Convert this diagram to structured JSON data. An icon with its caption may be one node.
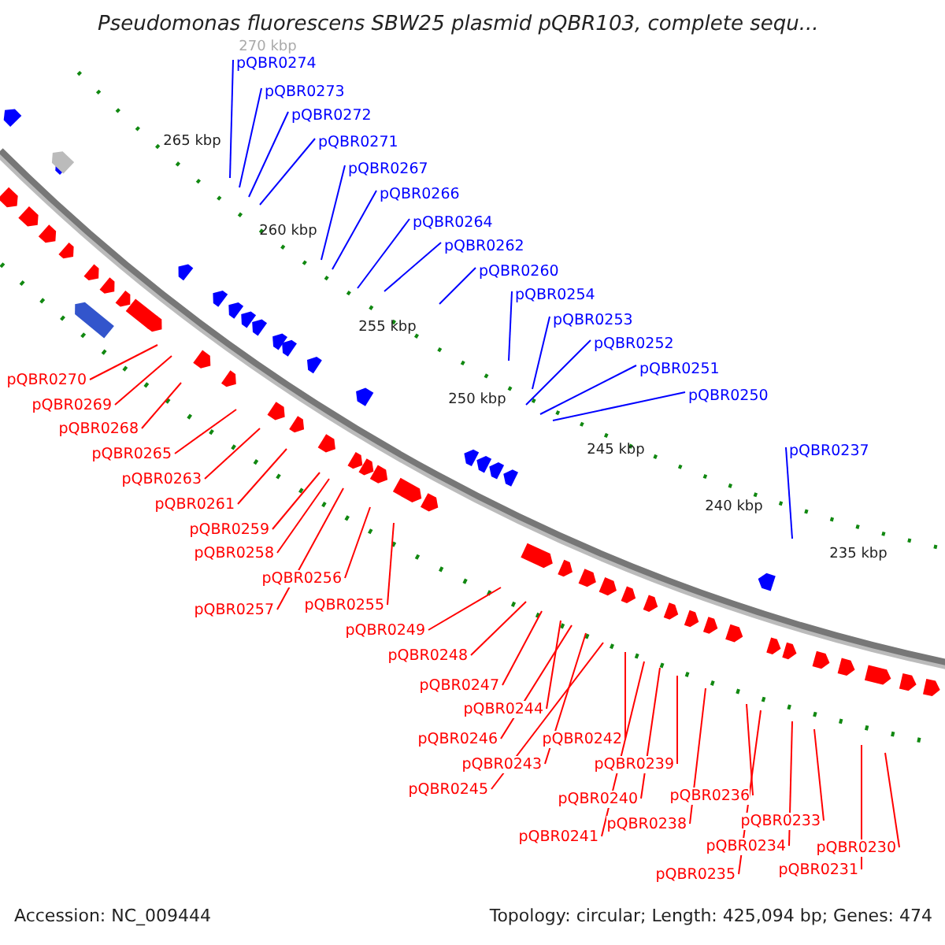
{
  "diagram": {
    "title": "Pseudomonas fluorescens SBW25 plasmid pQBR103, complete sequ...",
    "nodes": [
      {
        "text": [
          "pQBR0274"
        ]
      },
      {
        "text": [
          "pQBR0273"
        ]
      },
      {
        "text": [
          "pQBR0272"
        ]
      },
      {
        "text": [
          "pQBR0271"
        ]
      },
      {
        "text": [
          "pQBR0267"
        ]
      },
      {
        "text": [
          "pQBR0266"
        ]
      },
      {
        "text": [
          "pQBR0264"
        ]
      },
      {
        "text": [
          "pQBR0262"
        ]
      },
      {
        "text": [
          "pQBR0260"
        ]
      },
      {
        "text": [
          "pQBR0254"
        ]
      },
      {
        "text": [
          "pQBR0253"
        ]
      },
      {
        "text": [
          "pQBR0252"
        ]
      },
      {
        "text": [
          "pQBR0251"
        ]
      },
      {
        "text": [
          "pQBR0250"
        ]
      },
      {
        "text": [
          "pQBR0237"
        ]
      },
      {
        "text": [
          "pQBR0270"
        ]
      },
      {
        "text": [
          "pQBR0269"
        ]
      },
      {
        "text": [
          "pQBR0268"
        ]
      },
      {
        "text": [
          "pQBR0265"
        ]
      },
      {
        "text": [
          "pQBR0263"
        ]
      },
      {
        "text": [
          "pQBR0261"
        ]
      },
      {
        "text": [
          "pQBR0259"
        ]
      },
      {
        "text": [
          "pQBR0258"
        ]
      },
      {
        "text": [
          "pQBR0256"
        ]
      },
      {
        "text": [
          "pQBR0257"
        ]
      },
      {
        "text": [
          "pQBR0255"
        ]
      },
      {
        "text": [
          "pQBR0249"
        ]
      },
      {
        "text": [
          "pQBR0248"
        ]
      },
      {
        "text": [
          "pQBR0247"
        ]
      },
      {
        "text": [
          "pQBR0244"
        ]
      },
      {
        "text": [
          "pQBR0246"
        ]
      },
      {
        "text": [
          "pQBR0243"
        ]
      },
      {
        "text": [
          "pQBR0245"
        ]
      },
      {
        "text": [
          "pQBR0242"
        ]
      },
      {
        "text": [
          "pQBR0239"
        ]
      },
      {
        "text": [
          "pQBR0240"
        ]
      },
      {
        "text": [
          "pQBR0241"
        ]
      },
      {
        "text": [
          "pQBR0238"
        ]
      },
      {
        "text": [
          "pQBR0236"
        ]
      },
      {
        "text": [
          "pQBR0233"
        ]
      },
      {
        "text": [
          "pQBR0234"
        ]
      },
      {
        "text": [
          "pQBR0235"
        ]
      },
      {
        "text": [
          "pQBR0230"
        ]
      },
      {
        "text": [
          "pQBR0231"
        ]
      }
    ],
    "edges": [
      {
        "from": 0,
        "to": null,
        "arrow": "none",
        "color": "#0000ff"
      },
      {
        "from": 1,
        "to": null,
        "arrow": "none",
        "color": "#0000ff"
      },
      {
        "from": 2,
        "to": null,
        "arrow": "none",
        "color": "#0000ff"
      },
      {
        "from": 3,
        "to": null,
        "arrow": "none",
        "color": "#0000ff"
      },
      {
        "from": 4,
        "to": null,
        "arrow": "none",
        "color": "#0000ff"
      },
      {
        "from": 5,
        "to": null,
        "arrow": "none",
        "color": "#0000ff"
      },
      {
        "from": 6,
        "to": null,
        "arrow": "none",
        "color": "#0000ff"
      },
      {
        "from": 7,
        "to": null,
        "arrow": "none",
        "color": "#0000ff"
      },
      {
        "from": 8,
        "to": null,
        "arrow": "none",
        "color": "#0000ff"
      },
      {
        "from": 9,
        "to": null,
        "arrow": "none",
        "color": "#0000ff"
      },
      {
        "from": 10,
        "to": null,
        "arrow": "none",
        "color": "#0000ff"
      },
      {
        "from": 11,
        "to": null,
        "arrow": "none",
        "color": "#0000ff"
      },
      {
        "from": 12,
        "to": null,
        "arrow": "none",
        "color": "#0000ff"
      },
      {
        "from": 13,
        "to": null,
        "arrow": "none",
        "color": "#0000ff"
      },
      {
        "from": 14,
        "to": null,
        "arrow": "none",
        "color": "#0000ff"
      },
      {
        "from": 15,
        "to": null,
        "arrow": "none"
      },
      {
        "from": 16,
        "to": null,
        "arrow": "none"
      },
      {
        "from": 17,
        "to": null,
        "arrow": "none"
      },
      {
        "from": 18,
        "to": null,
        "arrow": "none"
      },
      {
        "from": 19,
        "to": null,
        "arrow": "none"
      },
      {
        "from": 20,
        "to": null,
        "arrow": "none"
      },
      {
        "from": 21,
        "to": null,
        "arrow": "none"
      },
      {
        "from": 22,
        "to": null,
        "arrow": "none"
      },
      {
        "from": 23,
        "to": null,
        "arrow": "none"
      },
      {
        "from": 24,
        "to": null,
        "arrow": "none"
      },
      {
        "from": 25,
        "to": null,
        "arrow": "none"
      },
      {
        "from": 26,
        "to": null,
        "arrow": "none"
      },
      {
        "from": 27,
        "to": null,
        "arrow": "none"
      },
      {
        "from": 28,
        "to": null,
        "arrow": "none"
      },
      {
        "from": 29,
        "to": null,
        "arrow": "none"
      },
      {
        "from": 30,
        "to": null,
        "arrow": "none"
      },
      {
        "from": 31,
        "to": null,
        "arrow": "none"
      },
      {
        "from": 32,
        "to": null,
        "arrow": "none"
      },
      {
        "from": 33,
        "to": null,
        "arrow": "none"
      },
      {
        "from": 34,
        "to": null,
        "arrow": "none"
      },
      {
        "from": 35,
        "to": null,
        "arrow": "none"
      },
      {
        "from": 36,
        "to": null,
        "arrow": "none"
      },
      {
        "from": 37,
        "to": null,
        "arrow": "none"
      },
      {
        "from": 38,
        "to": null,
        "arrow": "none"
      },
      {
        "from": 39,
        "to": null,
        "arrow": "none"
      },
      {
        "from": 40,
        "to": null,
        "arrow": "none"
      },
      {
        "from": 41,
        "to": null,
        "arrow": "none"
      },
      {
        "from": 42,
        "to": null,
        "arrow": "none"
      },
      {
        "from": 43,
        "to": null,
        "arrow": "none"
      }
    ],
    "labels": [
      "270 kbp",
      "265 kbp",
      "260 kbp",
      "255 kbp",
      "250 kbp",
      "245 kbp",
      "240 kbp",
      "235 kbp",
      "Accession: NC_009444",
      "Topology: circular; Length: 425,094 bp; Genes: 474"
    ]
  }
}
